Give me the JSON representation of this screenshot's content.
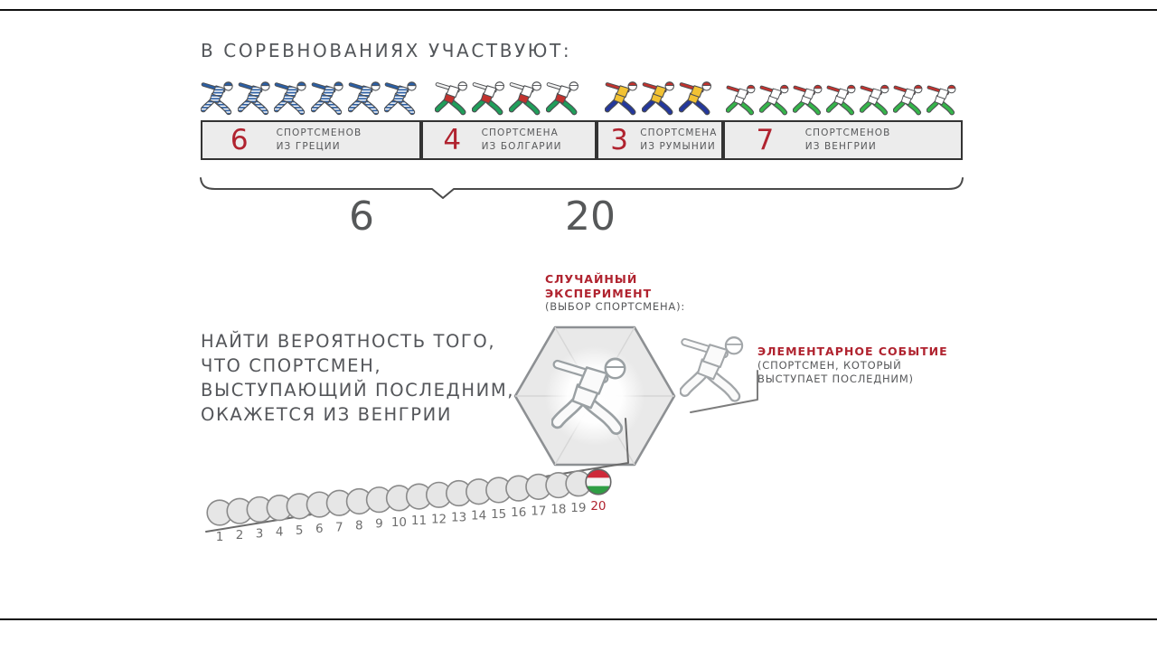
{
  "title": "В СОРЕВНОВАНИЯХ УЧАСТВУЮТ:",
  "palette": {
    "accent_red": "#b0232f",
    "text_gray": "#57585a",
    "box_bg": "#ececec",
    "box_border": "#333333",
    "circle_fill": "#e6e6e6",
    "circle_stroke": "#8a8a8a",
    "line_gray": "#6b6b6b"
  },
  "groups": [
    {
      "country": "greece",
      "count": 6,
      "count_label": "6",
      "label_lines": [
        "СПОРТСМЕНОВ",
        "ИЗ ГРЕЦИИ"
      ],
      "colors": {
        "cap": "#2b5fa5",
        "shirt": "stripes-blue",
        "shorts": "stripes-blue",
        "legs": "stripes-blue",
        "bar": "#2b5fa5"
      }
    },
    {
      "country": "bulgaria",
      "count": 4,
      "count_label": "4",
      "label_lines": [
        "СПОРТСМЕНА",
        "ИЗ БОЛГАРИИ"
      ],
      "colors": {
        "cap": "#ffffff",
        "shirt": "#ffffff",
        "shorts": "#c3322e",
        "legs": "#1f9e5a",
        "bar": "#f2f2f2"
      }
    },
    {
      "country": "romania",
      "count": 3,
      "count_label": "3",
      "label_lines": [
        "СПОРТСМЕНА",
        "ИЗ РУМЫНИИ"
      ],
      "colors": {
        "cap": "#c3322e",
        "shirt": "#f2c233",
        "shorts": "#f2c233",
        "legs": "#23379c",
        "bar": "#c3322e"
      }
    },
    {
      "country": "hungary",
      "count": 7,
      "count_label": "7",
      "label_lines": [
        "СПОРТСМЕНОВ",
        "ИЗ ВЕНГРИИ"
      ],
      "colors": {
        "cap": "#c3322e",
        "shirt": "#ffffff",
        "shorts": "#ffffff",
        "legs": "#35b44a",
        "bar": "#c3322e"
      }
    }
  ],
  "brace": {
    "left_value": "6",
    "right_value": "20"
  },
  "problem": {
    "lines": [
      "НАЙТИ ВЕРОЯТНОСТЬ ТОГО,",
      "ЧТО СПОРТСМЕН,",
      "ВЫСТУПАЮЩИЙ ПОСЛЕДНИМ,",
      "ОКАЖЕТСЯ ИЗ ВЕНГРИИ"
    ]
  },
  "experiment": {
    "title_lines": [
      "СЛУЧАЙНЫЙ",
      "ЭКСПЕРИМЕНТ"
    ],
    "subtitle": "(ВЫБОР СПОРТСМЕНА):"
  },
  "elementary_event": {
    "title": "ЭЛЕМЕНТАРНОЕ СОБЫТИЕ",
    "subtitle_lines": [
      "(СПОРТСМЕН, КОТОРЫЙ",
      "ВЫСТУПАЕТ ПОСЛЕДНИМ)"
    ]
  },
  "sequence": {
    "total": 20,
    "numbers": [
      1,
      2,
      3,
      4,
      5,
      6,
      7,
      8,
      9,
      10,
      11,
      12,
      13,
      14,
      15,
      16,
      17,
      18,
      19,
      20
    ],
    "highlight_number": 20,
    "highlight_color": "#b0232f",
    "flag_colors": [
      "#ce2939",
      "#f5f5f5",
      "#2f9e44"
    ]
  }
}
